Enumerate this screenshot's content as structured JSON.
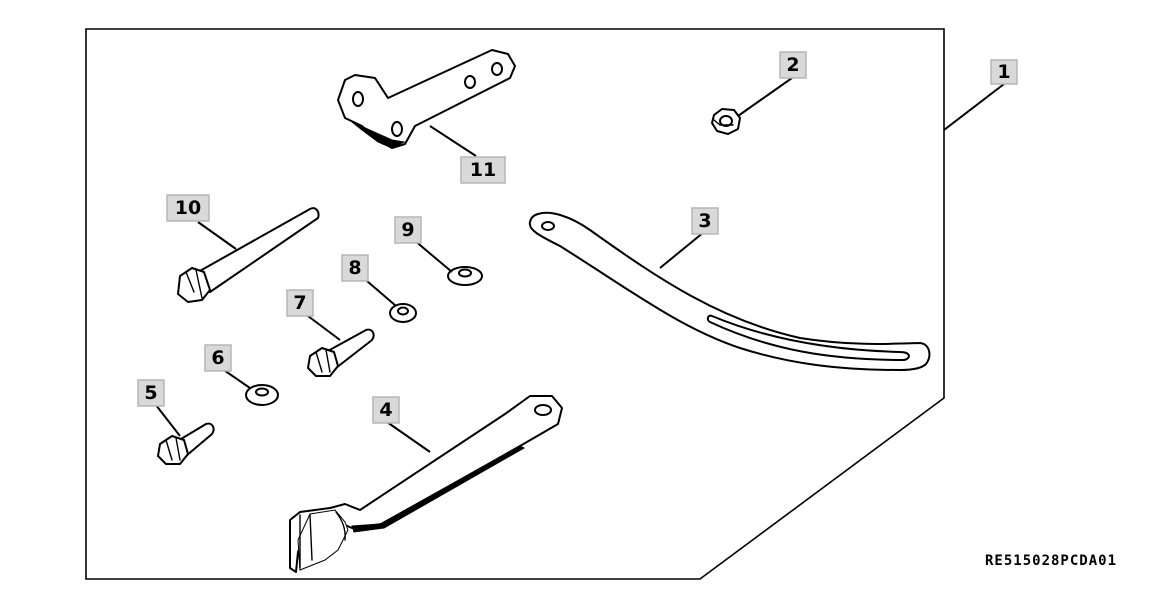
{
  "diagram": {
    "callouts": [
      {
        "id": "1",
        "label": "1"
      },
      {
        "id": "2",
        "label": "2"
      },
      {
        "id": "3",
        "label": "3"
      },
      {
        "id": "4",
        "label": "4"
      },
      {
        "id": "5",
        "label": "5"
      },
      {
        "id": "6",
        "label": "6"
      },
      {
        "id": "7",
        "label": "7"
      },
      {
        "id": "8",
        "label": "8"
      },
      {
        "id": "9",
        "label": "9"
      },
      {
        "id": "10",
        "label": "10"
      },
      {
        "id": "11",
        "label": "11"
      }
    ],
    "reference_code": "RE515028PCDA01"
  }
}
